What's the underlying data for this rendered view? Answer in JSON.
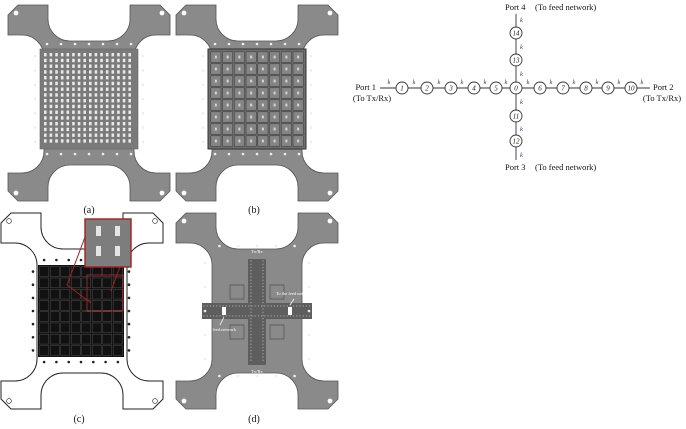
{
  "panels": [
    {
      "id": "a",
      "caption": "(a)"
    },
    {
      "id": "b",
      "caption": "(b)"
    },
    {
      "id": "c",
      "caption": "(c)"
    },
    {
      "id": "d",
      "caption": "(d)"
    }
  ],
  "board_d": {
    "label_top": "Tx/Rx",
    "label_bottom": "Tx/Rx",
    "label_right": "To the feed network",
    "label_left": "To the feed network"
  },
  "network": {
    "port1": {
      "name": "Port 1",
      "note": "(To Tx/Rx)"
    },
    "port2": {
      "name": "Port 2",
      "note": "(To Tx/Rx)"
    },
    "port3": {
      "name": "Port 3",
      "note": "(To feed network)"
    },
    "port4": {
      "name": "Port 4",
      "note": "(To feed network)"
    },
    "h_nodes": [
      "1",
      "2",
      "3",
      "4",
      "5",
      "0",
      "6",
      "7",
      "8",
      "9",
      "10"
    ],
    "h_couplings_left": [
      "k",
      "k",
      "k",
      "k",
      "k"
    ],
    "h_couplings_right": [
      "k",
      "k",
      "k",
      "k",
      "k"
    ],
    "v_top_nodes": [
      "13",
      "14"
    ],
    "v_bottom_nodes": [
      "11",
      "12"
    ],
    "v_couplings_top": [
      "k",
      "k",
      "k"
    ],
    "v_couplings_bottom": [
      "k",
      "k",
      "k"
    ],
    "port_couplings": [
      "k",
      "k"
    ]
  },
  "colors": {
    "board": "#8a8a8a",
    "board_edge": "#555555",
    "array_dark": "#111111",
    "network_line": "#333333",
    "coupling_label": "#1c3f8f",
    "zoom_box": "#a32020"
  }
}
